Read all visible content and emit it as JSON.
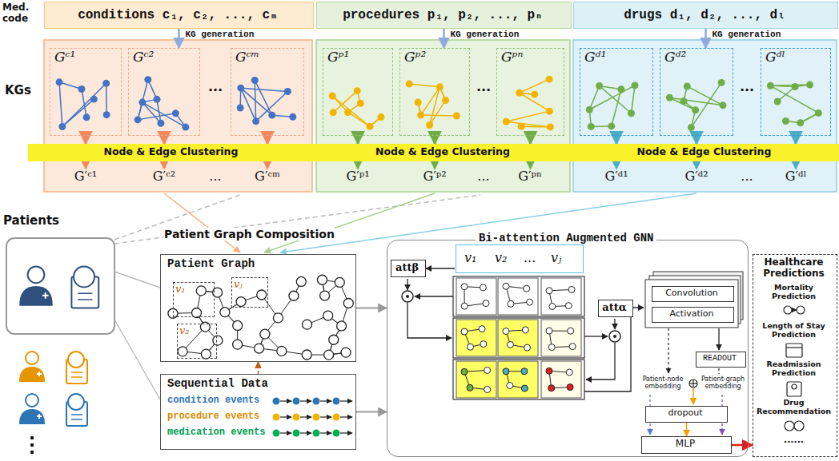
{
  "diagram": {
    "nodes": [
      {
        "text": [
          "conditions c₁, c₂, ..., cₘ"
        ]
      },
      {
        "text": [
          "procedures p₁, p₂, ..., pₙ"
        ]
      },
      {
        "text": [
          "drugs d₁, d₂, ..., dₗ"
        ]
      },
      {
        "text": [
          "Gᶜ¹"
        ]
      },
      {
        "text": [
          "Gᶜ²"
        ]
      },
      {
        "text": [
          "Gᶜᵐ"
        ]
      },
      {
        "text": [
          "Gᵖ¹"
        ]
      },
      {
        "text": [
          "Gᵖ²"
        ]
      },
      {
        "text": [
          "Gᵖⁿ"
        ]
      },
      {
        "text": [
          "Gᵈ¹"
        ]
      },
      {
        "text": [
          "Gᵈ²"
        ]
      },
      {
        "text": [
          "Gᵈˡ"
        ]
      },
      {
        "text": [
          "Node & Edge Clustering"
        ]
      },
      {
        "text": [
          "Node & Edge Clustering"
        ]
      },
      {
        "text": [
          "Node & Edge Clustering"
        ]
      },
      {
        "text": [
          "Patient Graph"
        ]
      },
      {
        "text": [
          "v₁"
        ],
        "in": 15
      },
      {
        "text": [
          "v₂"
        ],
        "in": 15
      },
      {
        "text": [
          "vⱼ"
        ],
        "in": 15
      },
      {
        "text": [
          "Sequential Data",
          "condition events",
          "procedure events",
          "medication events"
        ]
      },
      {
        "text": [
          "Bi-attention Augmented GNN"
        ]
      },
      {
        "text": [
          "v₁",
          "v₂",
          "...",
          "vⱼ"
        ],
        "in": 20
      },
      {
        "text": [
          "attβ"
        ],
        "in": 20
      },
      {
        "text": [
          "attα"
        ],
        "in": 20
      },
      {
        "text": [
          "Convolution"
        ],
        "in": 20
      },
      {
        "text": [
          "Activation"
        ],
        "in": 20
      },
      {
        "text": [
          "READOUT"
        ],
        "in": 20
      },
      {
        "text": [
          "dropout"
        ],
        "in": 20
      },
      {
        "text": [
          "MLP"
        ],
        "in": 20
      },
      {
        "text": [
          "Healthcare Predictions",
          "Mortality Prediction",
          "Length of Stay Prediction",
          "Readmission Prediction",
          "Drug Recommendation",
          "......"
        ]
      }
    ],
    "edges": [
      {
        "from": 0,
        "to": 4,
        "arrow": "to",
        "label": "KG generation"
      },
      {
        "from": 1,
        "to": 7,
        "arrow": "to",
        "label": "KG generation"
      },
      {
        "from": 2,
        "to": 10,
        "arrow": "to",
        "label": "KG generation"
      },
      {
        "from": 3,
        "to": 12,
        "arrow": "to"
      },
      {
        "from": 4,
        "to": 12,
        "arrow": "to"
      },
      {
        "from": 5,
        "to": 12,
        "arrow": "to"
      },
      {
        "from": 6,
        "to": 13,
        "arrow": "to"
      },
      {
        "from": 7,
        "to": 13,
        "arrow": "to"
      },
      {
        "from": 8,
        "to": 13,
        "arrow": "to"
      },
      {
        "from": 9,
        "to": 14,
        "arrow": "to"
      },
      {
        "from": 10,
        "to": 14,
        "arrow": "to"
      },
      {
        "from": 11,
        "to": 14,
        "arrow": "to"
      },
      {
        "from": 15,
        "to": 20,
        "arrow": "to"
      },
      {
        "from": 19,
        "to": 15,
        "arrow": "to"
      },
      {
        "from": 19,
        "to": 20,
        "arrow": "to"
      },
      {
        "from": 27,
        "to": 28,
        "arrow": "to"
      },
      {
        "from": 28,
        "to": 29,
        "arrow": "to"
      }
    ],
    "labels": [
      "Med. code",
      "KGs",
      "...",
      "...",
      "...",
      "G′ᶜ¹",
      "G′ᶜ²",
      "...",
      "G′ᶜᵐ",
      "G′ᵖ¹",
      "G′ᵖ²",
      "...",
      "G′ᵖⁿ",
      "G′ᵈ¹",
      "G′ᵈ²",
      "...",
      "G′ᵈˡ",
      "Patients",
      "Patient Graph Composition",
      "Patient-node embedding",
      "Patient-graph embedding"
    ]
  }
}
